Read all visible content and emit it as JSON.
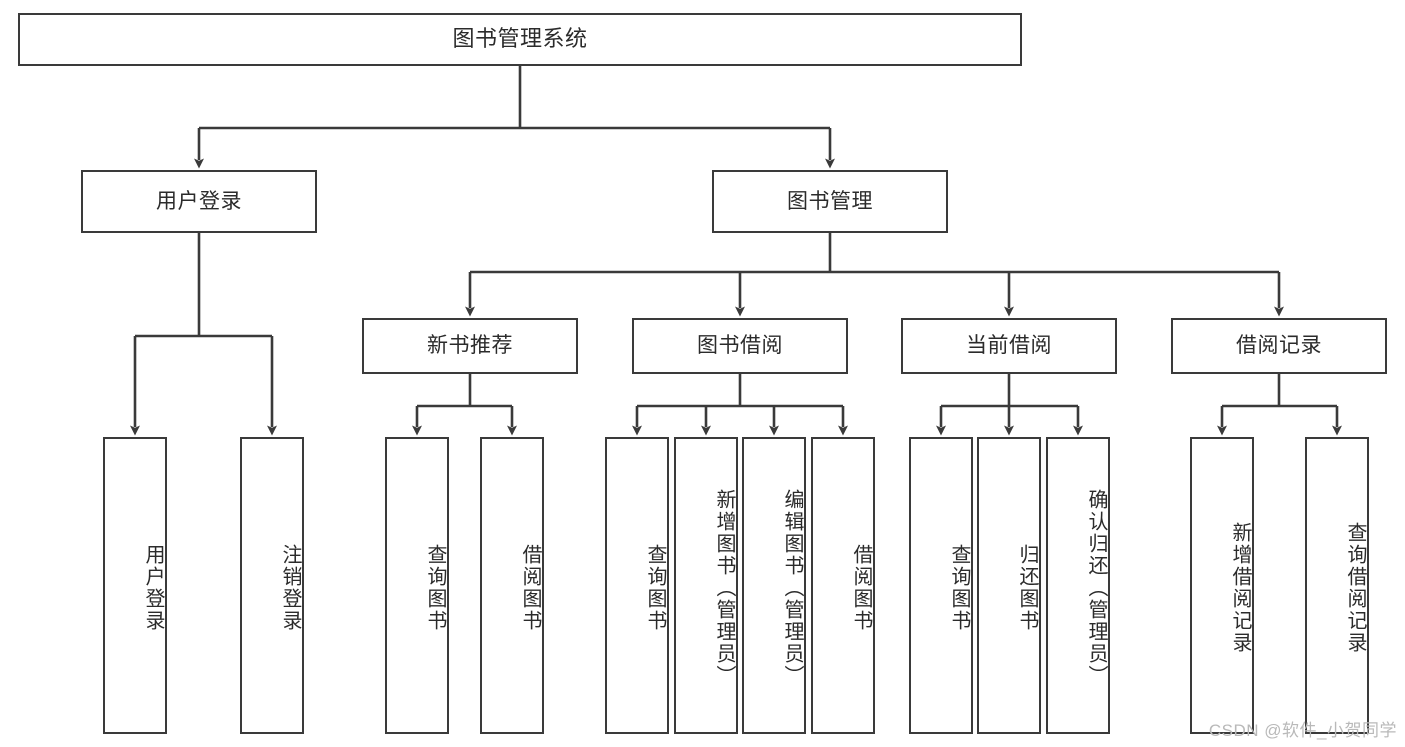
{
  "diagram": {
    "title": "图书管理系统",
    "type": "tree",
    "watermark": "CSDN @软件_小贺同学",
    "colors": {
      "node_border": "#3a3a3a",
      "node_fill": "#ffffff",
      "edge": "#3a3a3a",
      "text": "#2b2b2b",
      "watermark": "#b9b9b9",
      "background": "#ffffff"
    },
    "levels": {
      "root": "图书管理系统",
      "level2": [
        "用户登录",
        "图书管理"
      ],
      "level3": [
        "新书推荐",
        "图书借阅",
        "当前借阅",
        "借阅记录"
      ]
    },
    "nodes": {
      "root": {
        "label": "图书管理系统"
      },
      "user_login": {
        "label": "用户登录"
      },
      "book_manage": {
        "label": "图书管理"
      },
      "new_book_rec": {
        "label": "新书推荐"
      },
      "book_borrow": {
        "label": "图书借阅"
      },
      "current_borrow": {
        "label": "当前借阅"
      },
      "borrow_record": {
        "label": "借阅记录"
      },
      "leaf_user_login": {
        "label": "用户登录"
      },
      "leaf_user_logout": {
        "label": "注销登录"
      },
      "leaf_query_book_1": {
        "label": "查询图书"
      },
      "leaf_borrow_book_1": {
        "label": "借阅图书"
      },
      "leaf_query_book_2": {
        "label": "查询图书"
      },
      "leaf_add_book": {
        "label": "新增图书（管理员）"
      },
      "leaf_edit_book": {
        "label": "编辑图书（管理员）"
      },
      "leaf_borrow_book_2": {
        "label": "借阅图书"
      },
      "leaf_query_book_3": {
        "label": "查询图书"
      },
      "leaf_return_book": {
        "label": "归还图书"
      },
      "leaf_confirm_return": {
        "label": "确认归还（管理员）"
      },
      "leaf_add_record": {
        "label": "新增借阅记录"
      },
      "leaf_query_record": {
        "label": "查询借阅记录"
      }
    },
    "edges": [
      {
        "from": "图书管理系统",
        "to": "用户登录"
      },
      {
        "from": "图书管理系统",
        "to": "图书管理"
      },
      {
        "from": "用户登录",
        "to": "用户登录"
      },
      {
        "from": "用户登录",
        "to": "注销登录"
      },
      {
        "from": "图书管理",
        "to": "新书推荐"
      },
      {
        "from": "图书管理",
        "to": "图书借阅"
      },
      {
        "from": "图书管理",
        "to": "当前借阅"
      },
      {
        "from": "图书管理",
        "to": "借阅记录"
      },
      {
        "from": "新书推荐",
        "to": "查询图书"
      },
      {
        "from": "新书推荐",
        "to": "借阅图书"
      },
      {
        "from": "图书借阅",
        "to": "查询图书"
      },
      {
        "from": "图书借阅",
        "to": "新增图书（管理员）"
      },
      {
        "from": "图书借阅",
        "to": "编辑图书（管理员）"
      },
      {
        "from": "图书借阅",
        "to": "借阅图书"
      },
      {
        "from": "当前借阅",
        "to": "查询图书"
      },
      {
        "from": "当前借阅",
        "to": "归还图书"
      },
      {
        "from": "当前借阅",
        "to": "确认归还（管理员）"
      },
      {
        "from": "借阅记录",
        "to": "新增借阅记录"
      },
      {
        "from": "借阅记录",
        "to": "查询借阅记录"
      }
    ]
  }
}
